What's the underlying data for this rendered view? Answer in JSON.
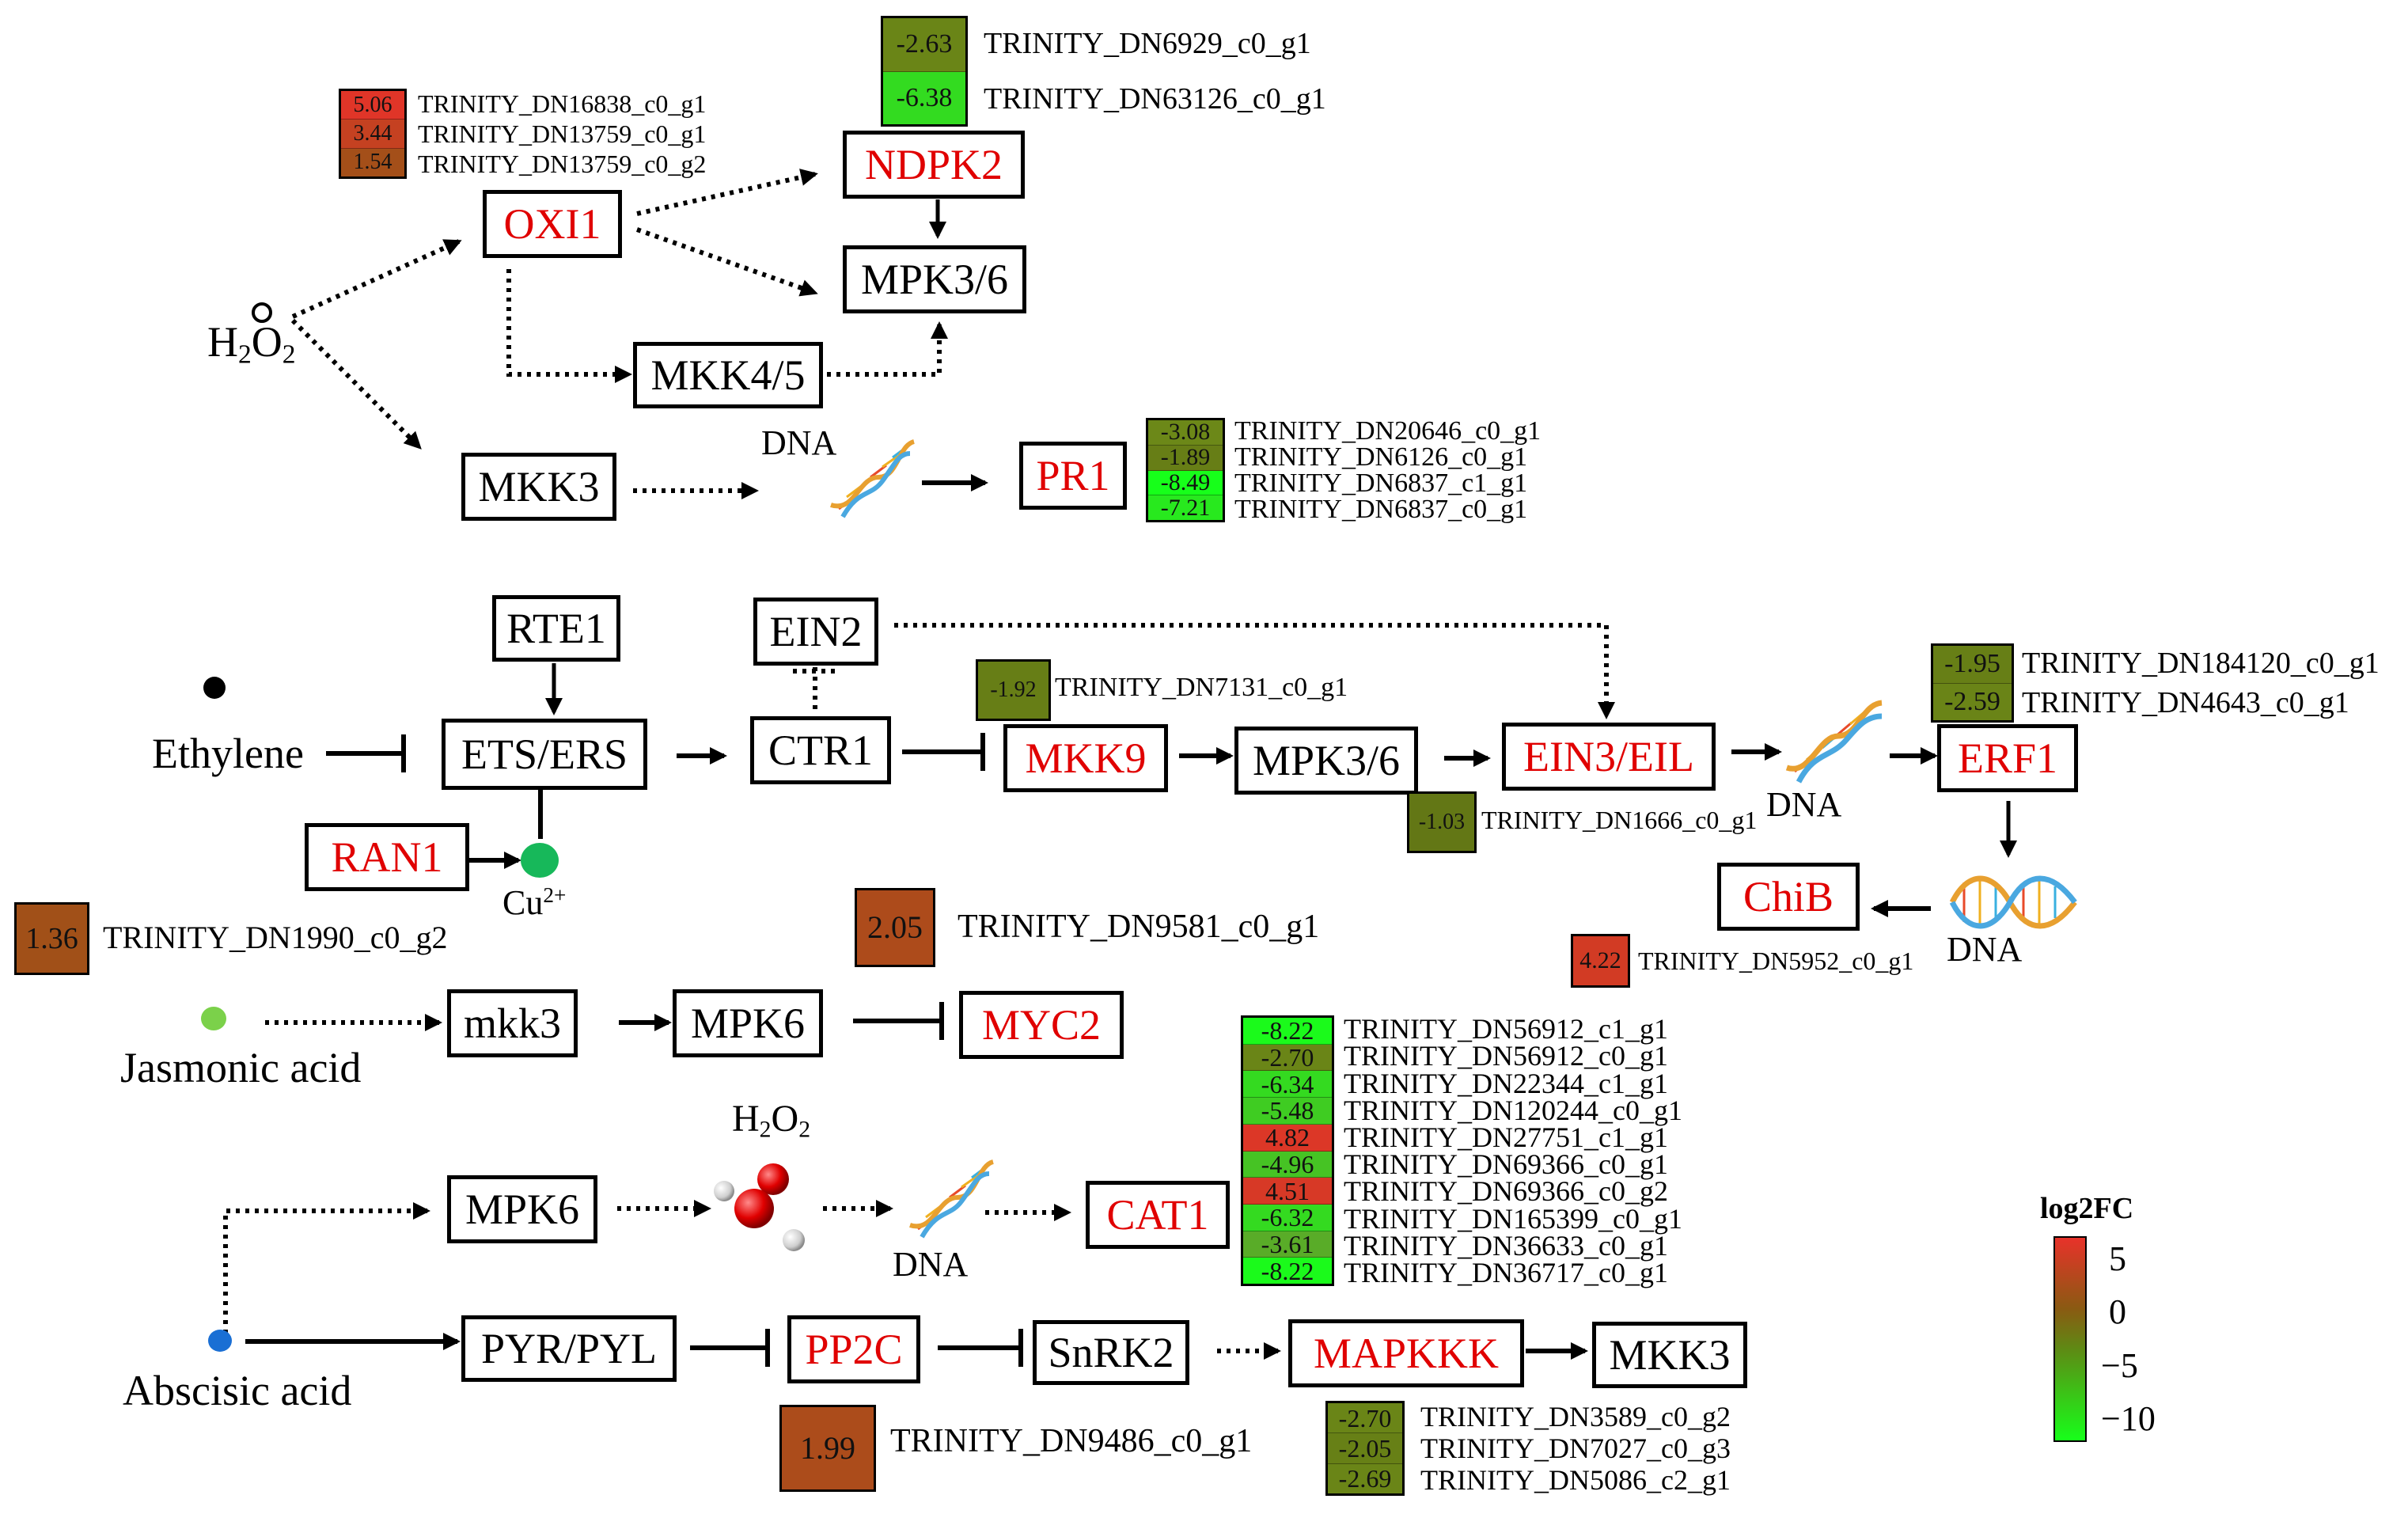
{
  "colors": {
    "node_text": "#000000",
    "node_text_highlight": "#e00000",
    "arrow": "#000000",
    "ethylene_dot": "#000000",
    "cu_dot": "#17b85a",
    "jasmonic_dot": "#7bd14a",
    "abscisic_dot": "#1a6fd4",
    "scale_high": "#e8322a",
    "scale_mid": "#8a5a12",
    "scale_low": "#17ff1a"
  },
  "labels": {
    "h2o2_top": "H2O2",
    "ethylene": "Ethylene",
    "cu": "Cu2+",
    "jasmonic_acid": "Jasmonic acid",
    "abscisic_acid": "Abscisic acid",
    "h2o2_bottom": "H2O2",
    "dna_mkk3": "DNA",
    "dna_ein3": "DNA",
    "dna_chib": "DNA",
    "dna_cat1": "DNA"
  },
  "nodes": {
    "oxi1": "OXI1",
    "ndpk2": "NDPK2",
    "mpk36_top": "MPK3/6",
    "mkk45": "MKK4/5",
    "mkk3_top": "MKK3",
    "pr1": "PR1",
    "rte1": "RTE1",
    "ein2": "EIN2",
    "ets_ers": "ETS/ERS",
    "ctr1": "CTR1",
    "mkk9": "MKK9",
    "mpk36_mid": "MPK3/6",
    "ein3_eil": "EIN3/EIL",
    "erf1": "ERF1",
    "ran1": "RAN1",
    "chib": "ChiB",
    "mkk3_ja": "mkk3",
    "mpk6_ja": "MPK6",
    "myc2": "MYC2",
    "mpk6_aba": "MPK6",
    "cat1": "CAT1",
    "pyr_pyl": "PYR/PYL",
    "pp2c": "PP2C",
    "snrk2": "SnRK2",
    "mapkkk": "MAPKKK",
    "mkk3_aba": "MKK3"
  },
  "heatmaps": {
    "ndpk2": [
      {
        "value": "-2.63",
        "log2fc": -2.63,
        "gene": "TRINITY_DN6929_c0_g1"
      },
      {
        "value": "-6.38",
        "log2fc": -6.38,
        "gene": "TRINITY_DN63126_c0_g1"
      }
    ],
    "oxi1": [
      {
        "value": "5.06",
        "log2fc": 5.06,
        "gene": "TRINITY_DN16838_c0_g1"
      },
      {
        "value": "3.44",
        "log2fc": 3.44,
        "gene": "TRINITY_DN13759_c0_g1"
      },
      {
        "value": "1.54",
        "log2fc": 1.54,
        "gene": "TRINITY_DN13759_c0_g2"
      }
    ],
    "pr1": [
      {
        "value": "-3.08",
        "log2fc": -3.08,
        "gene": "TRINITY_DN20646_c0_g1"
      },
      {
        "value": "-1.89",
        "log2fc": -1.89,
        "gene": "TRINITY_DN6126_c0_g1"
      },
      {
        "value": "-8.49",
        "log2fc": -8.49,
        "gene": "TRINITY_DN6837_c1_g1"
      },
      {
        "value": "-7.21",
        "log2fc": -7.21,
        "gene": "TRINITY_DN6837_c0_g1"
      }
    ],
    "mkk9": [
      {
        "value": "-1.92",
        "log2fc": -1.92,
        "gene": "TRINITY_DN7131_c0_g1"
      }
    ],
    "mpk36_mid": [
      {
        "value": "-1.03",
        "log2fc": -1.03,
        "gene": "TRINITY_DN1666_c0_g1"
      }
    ],
    "erf1": [
      {
        "value": "-1.95",
        "log2fc": -1.95,
        "gene": "TRINITY_DN184120_c0_g1"
      },
      {
        "value": "-2.59",
        "log2fc": -2.59,
        "gene": "TRINITY_DN4643_c0_g1"
      }
    ],
    "ran1": [
      {
        "value": "1.36",
        "log2fc": 1.36,
        "gene": "TRINITY_DN1990_c0_g2"
      }
    ],
    "myc2": [
      {
        "value": "2.05",
        "log2fc": 2.05,
        "gene": "TRINITY_DN9581_c0_g1"
      }
    ],
    "chib": [
      {
        "value": "4.22",
        "log2fc": 4.22,
        "gene": "TRINITY_DN5952_c0_g1"
      }
    ],
    "cat1": [
      {
        "value": "-8.22",
        "log2fc": -8.22,
        "gene": "TRINITY_DN56912_c1_g1"
      },
      {
        "value": "-2.70",
        "log2fc": -2.7,
        "gene": "TRINITY_DN56912_c0_g1"
      },
      {
        "value": "-6.34",
        "log2fc": -6.34,
        "gene": "TRINITY_DN22344_c1_g1"
      },
      {
        "value": "-5.48",
        "log2fc": -5.48,
        "gene": "TRINITY_DN120244_c0_g1"
      },
      {
        "value": "4.82",
        "log2fc": 4.82,
        "gene": "TRINITY_DN27751_c1_g1"
      },
      {
        "value": "-4.96",
        "log2fc": -4.96,
        "gene": "TRINITY_DN69366_c0_g1"
      },
      {
        "value": "4.51",
        "log2fc": 4.51,
        "gene": "TRINITY_DN69366_c0_g2"
      },
      {
        "value": "-6.32",
        "log2fc": -6.32,
        "gene": "TRINITY_DN165399_c0_g1"
      },
      {
        "value": "-3.61",
        "log2fc": -3.61,
        "gene": "TRINITY_DN36633_c0_g1"
      },
      {
        "value": "-8.22",
        "log2fc": -8.22,
        "gene": "TRINITY_DN36717_c0_g1"
      }
    ],
    "pp2c": [
      {
        "value": "1.99",
        "log2fc": 1.99,
        "gene": "TRINITY_DN9486_c0_g1"
      }
    ],
    "mapkkk": [
      {
        "value": "-2.70",
        "log2fc": -2.7,
        "gene": "TRINITY_DN3589_c0_g2"
      },
      {
        "value": "-2.05",
        "log2fc": -2.05,
        "gene": "TRINITY_DN7027_c0_g3"
      },
      {
        "value": "-2.69",
        "log2fc": -2.69,
        "gene": "TRINITY_DN5086_c2_g1"
      }
    ]
  },
  "legend": {
    "title": "log2FC",
    "ticks": [
      "5",
      "0",
      "−5",
      "−10"
    ],
    "tick_values": [
      5,
      0,
      -5,
      -10
    ],
    "range": [
      7,
      -12
    ]
  }
}
